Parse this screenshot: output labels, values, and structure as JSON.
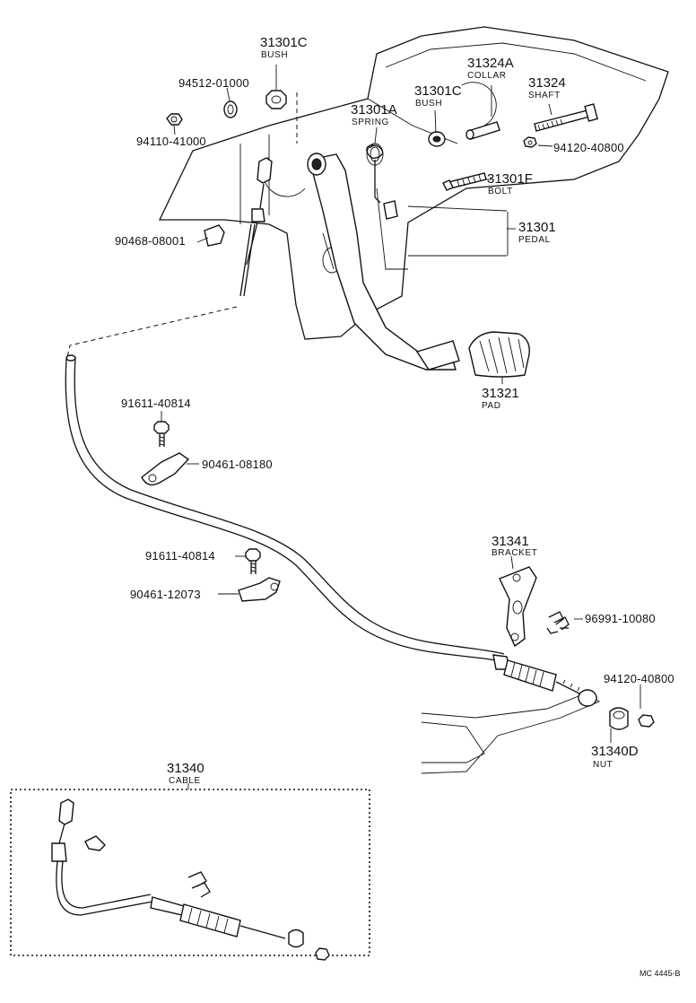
{
  "labels": {
    "p31301C_top": {
      "number": "31301C",
      "name": "BUSH"
    },
    "p94512": {
      "number": "94512-01000"
    },
    "p94110": {
      "number": "94110-41000"
    },
    "p31324A": {
      "number": "31324A",
      "name": "COLLAR"
    },
    "p31324": {
      "number": "31324",
      "name": "SHAFT"
    },
    "p31301C_mid": {
      "number": "31301C",
      "name": "BUSH"
    },
    "p31301A": {
      "number": "31301A",
      "name": "SPRING"
    },
    "p94120_top": {
      "number": "94120-40800"
    },
    "p31301F": {
      "number": "31301F",
      "name": "BOLT"
    },
    "p31301": {
      "number": "31301",
      "name": "PEDAL"
    },
    "p90468": {
      "number": "90468-08001"
    },
    "p31321": {
      "number": "31321",
      "name": "PAD"
    },
    "p91611_a": {
      "number": "91611-40814"
    },
    "p90461_08180": {
      "number": "90461-08180"
    },
    "p31341": {
      "number": "31341",
      "name": "BRACKET"
    },
    "p91611_b": {
      "number": "91611-40814"
    },
    "p90461_12073": {
      "number": "90461-12073"
    },
    "p96991": {
      "number": "96991-10080"
    },
    "p94120_bottom": {
      "number": "94120-40800"
    },
    "p31340D": {
      "number": "31340D",
      "name": "NUT"
    },
    "p31340": {
      "number": "31340",
      "name": "CABLE"
    }
  },
  "diagram_code": "MC 4445-B"
}
